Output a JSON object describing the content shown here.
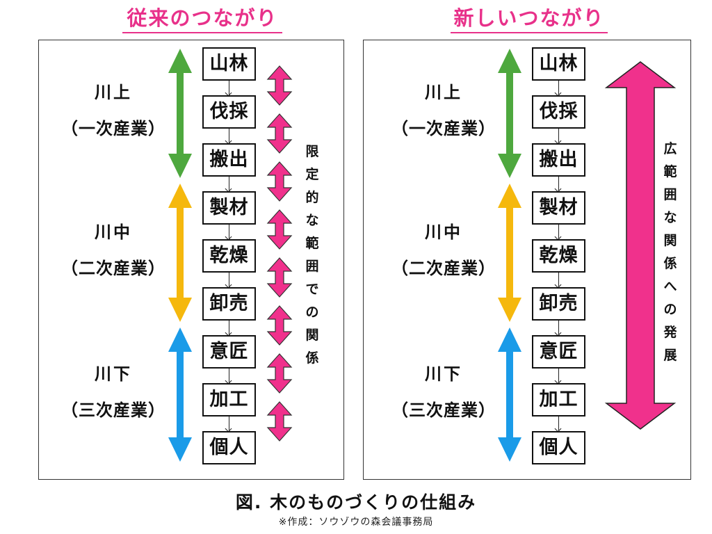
{
  "left": {
    "title": "従来のつながり",
    "side_text": [
      "限",
      "定",
      "的",
      "な",
      "範",
      "囲",
      "で",
      "の",
      "関",
      "係"
    ],
    "side_text_full": "限定的な範囲での関係"
  },
  "right": {
    "title": "新しいつながり",
    "side_text": [
      "広",
      "範",
      "囲",
      "な",
      "関",
      "係",
      "へ",
      "の",
      "発",
      "展"
    ],
    "side_text_full": "広範囲な関係への発展"
  },
  "stages": [
    "山林",
    "伐採",
    "搬出",
    "製材",
    "乾燥",
    "卸売",
    "意匠",
    "加工",
    "個人"
  ],
  "groups": [
    {
      "name": "川上",
      "sub": "（一次産業）",
      "color": "#4ea83e"
    },
    {
      "name": "川中",
      "sub": "（二次産業）",
      "color": "#f5b80d"
    },
    {
      "name": "川下",
      "sub": "（三次産業）",
      "color": "#1a9be8"
    }
  ],
  "accent_color": "#f0318c",
  "caption": "図. 木のものづくりの仕組み",
  "credit": "※作成：ソウゾウの森会議事務局"
}
